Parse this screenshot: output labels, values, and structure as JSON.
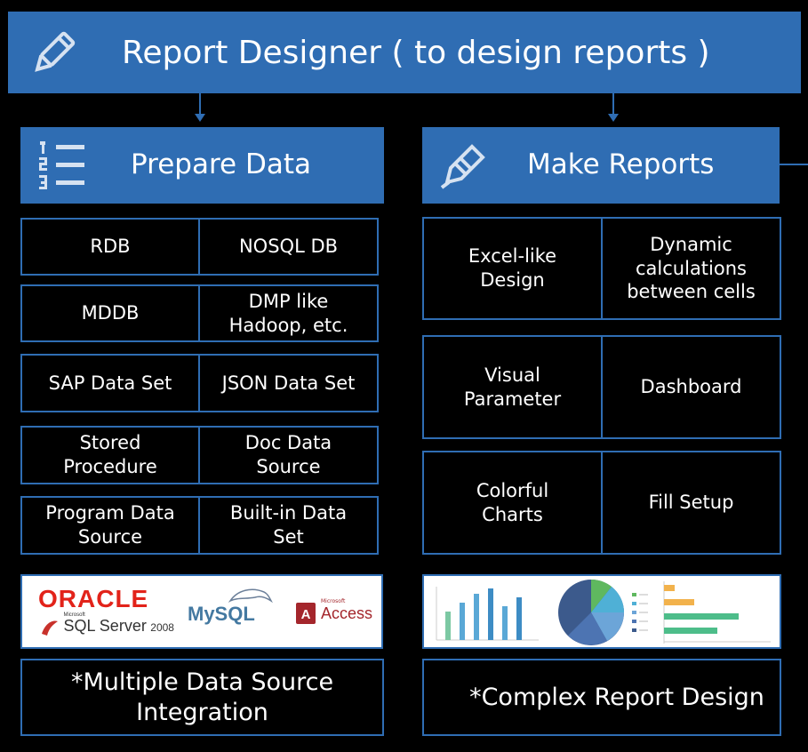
{
  "title": "Report Designer ( to design reports )",
  "left": {
    "header": "Prepare Data",
    "rows": [
      [
        "RDB",
        "NOSQL DB"
      ],
      [
        "MDDB",
        "DMP like\nHadoop, etc."
      ],
      [
        "SAP Data Set",
        "JSON Data Set"
      ],
      [
        "Stored\nProcedure",
        "Doc Data\nSource"
      ],
      [
        "Program Data\nSource",
        "Built-in Data\nSet"
      ]
    ],
    "logos": {
      "oracle": "ORACLE",
      "sqlserver_small": "Microsoft",
      "sqlserver": "SQL Server",
      "sqlserver_year": "2008",
      "mysql": "MySQL",
      "access_small": "Microsoft",
      "access": "Access"
    },
    "footer": "*Multiple Data Source\nIntegration"
  },
  "right": {
    "header": "Make Reports",
    "rows": [
      [
        "Excel-like\nDesign",
        "Dynamic\ncalculations\nbetween cells"
      ],
      [
        "Visual\nParameter",
        "Dashboard"
      ],
      [
        "Colorful\nCharts",
        "Fill Setup"
      ]
    ],
    "footer": "*Complex Report Design"
  },
  "colors": {
    "accent": "#2f6db3",
    "background": "#000000",
    "text": "#ffffff"
  },
  "icons": {
    "title": "pencil-icon",
    "left_header": "numbered-list-icon",
    "right_header": "pen-icon"
  }
}
